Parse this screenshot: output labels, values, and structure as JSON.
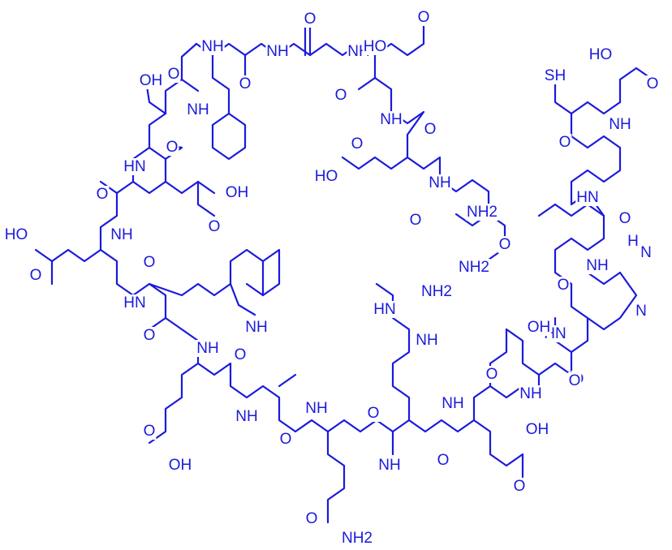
{
  "colors": {
    "bond": "#1a1adb",
    "atom_label": "#1a1adb",
    "background": "#ffffff"
  },
  "labels": {
    "o_gly1": "O",
    "nh_phe_gly": "NH",
    "o_gly2": "O",
    "nh_gly_gly": "NH",
    "nh_gly_asp": "NH",
    "oh_asp1": "HO",
    "o_asp1_acid": "O",
    "o_asp1_amide": "O",
    "nh_asp1": "NH",
    "o_asp2_amide": "O",
    "oh_asp2": "HO",
    "o_asp2_acid": "O",
    "nh_asp2": "NH",
    "nh2_asn": "NH2",
    "o_asn_amide": "O",
    "o_asn_side": "O",
    "nh2_asn_side": "NH2",
    "oh_cys": "HO",
    "o_cys": "O",
    "sh_cys": "SH",
    "nh_cys": "NH",
    "o_gly3": "O",
    "hn_gly3": "HN",
    "o_leu": "O",
    "nh_his_top": "H",
    "n_his_h": "N",
    "n_his": "N",
    "nh_leu": "NH",
    "o_his": "O",
    "hn_his": "HN",
    "o_his2": "O",
    "oh_ser1": "OH",
    "o_ser1": "O",
    "nh_ser1": "NH",
    "o_phe": "O",
    "hn_glu1": "HN",
    "o_glu1": "O",
    "oh_glu1": "OH",
    "o_glu1_side": "O",
    "nh_glu1": "NH",
    "ho_glu2": "HO",
    "o_glu2_side": "O",
    "o_glu2": "O",
    "hn_trp": "HN",
    "nh_trp": "NH",
    "o_trp": "O",
    "nh_glu3": "NH",
    "o_glu3": "O",
    "o_glu3_side": "O",
    "oh_glu3": "OH",
    "nh_ala": "NH",
    "o_ala": "O",
    "nh_gln": "NH",
    "o_gln": "O",
    "o_gln_side": "O",
    "nh2_gln": "NH2",
    "nh_arg": "NH",
    "o_arg": "O",
    "hn_arg_top": "HN",
    "nh2_arg": "NH2",
    "nh_arg_side": "NH",
    "nh_asp3": "NH",
    "o_asp3": "O",
    "oh_asp3": "OH",
    "o_asp3_side": "O",
    "oh_ser2": "OH",
    "o_ser2": "O",
    "nh_ser2": "NH",
    "o_ser2_amide": "O"
  }
}
